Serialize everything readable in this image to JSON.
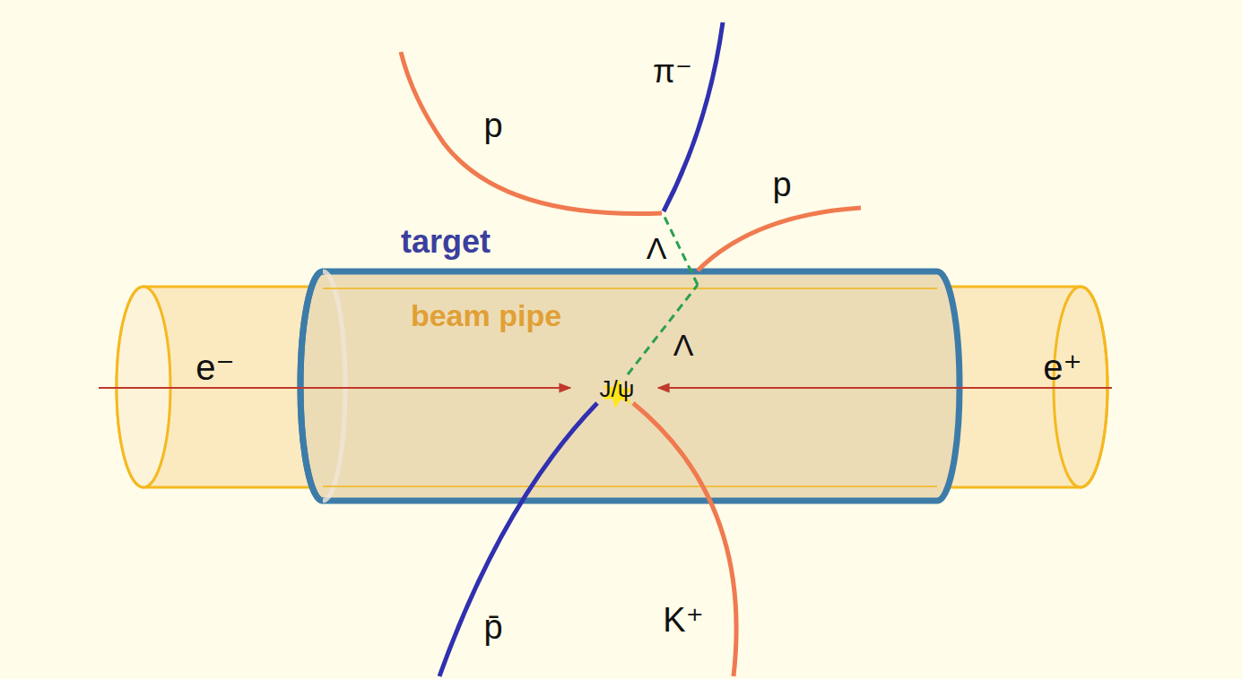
{
  "diagram": {
    "labels": [
      "π⁻",
      "p",
      "p",
      "target",
      "Λ",
      "beam pipe",
      "Λ",
      "e⁻",
      "e⁺",
      "J/ψ",
      "p̄",
      "K⁺"
    ]
  }
}
